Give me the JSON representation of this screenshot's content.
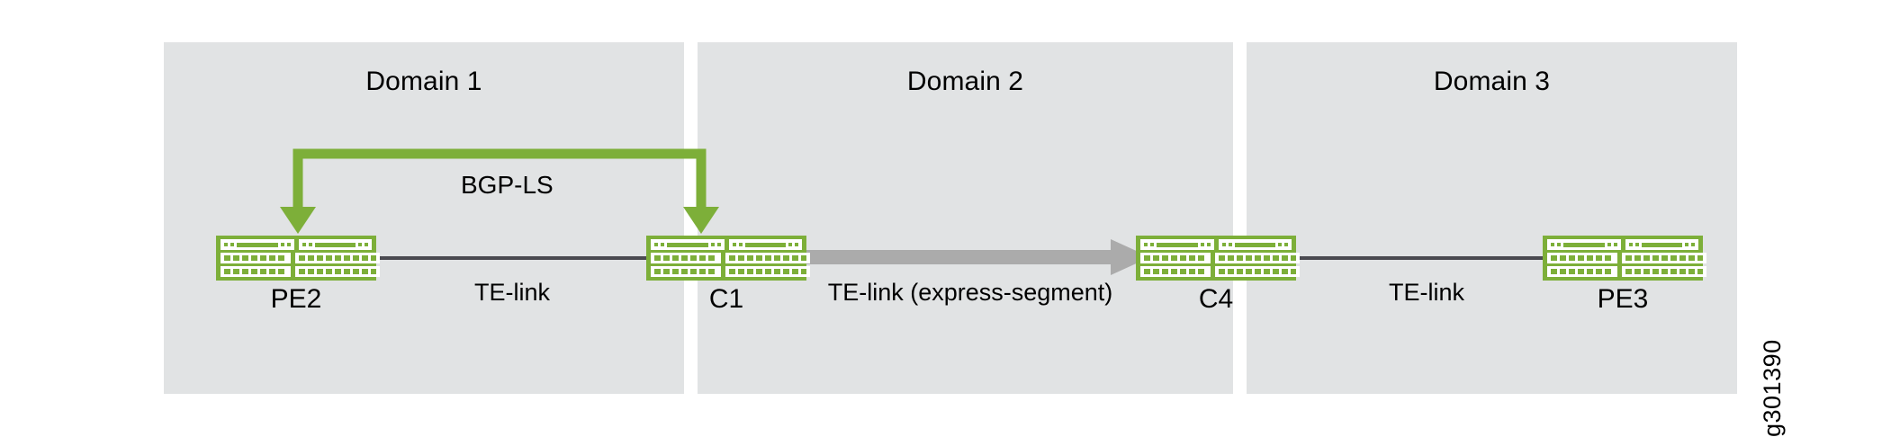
{
  "figure": {
    "id_label": "g301390",
    "background": "#ffffff",
    "panel_color": "#e1e3e4",
    "device_color": "#7daf39",
    "link_color": "#4a4a50",
    "express_arrow_color": "#ababab"
  },
  "domains": [
    {
      "title": "Domain 1"
    },
    {
      "title": "Domain 2"
    },
    {
      "title": "Domain 3"
    }
  ],
  "devices": [
    {
      "label": "PE2",
      "icon": "router-icon"
    },
    {
      "label": "C1",
      "icon": "router-icon"
    },
    {
      "label": "C4",
      "icon": "router-icon"
    },
    {
      "label": "PE3",
      "icon": "router-icon"
    }
  ],
  "links": [
    {
      "label": "TE-link",
      "type": "te-link",
      "from": "PE2",
      "to": "C1"
    },
    {
      "label": "TE-link (express-segment)",
      "type": "express-segment",
      "from": "C1",
      "to": "C4"
    },
    {
      "label": "TE-link",
      "type": "te-link",
      "from": "C4",
      "to": "PE3"
    }
  ],
  "protocol": {
    "label": "BGP-LS",
    "type": "bidirectional-arrow",
    "from": "PE2",
    "to": "C1"
  }
}
